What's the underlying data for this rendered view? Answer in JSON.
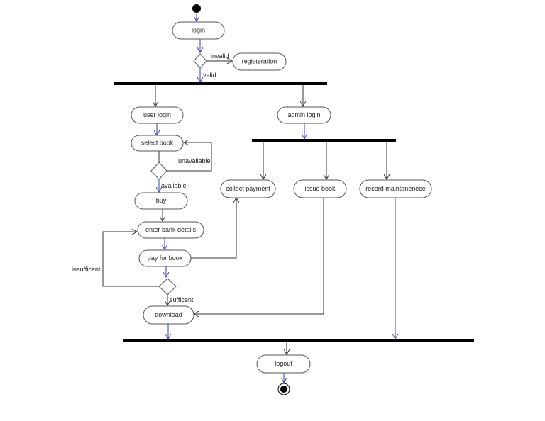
{
  "nodes": {
    "login": "login",
    "registration": "registeration",
    "user_login": "user login",
    "admin_login": "admin login",
    "select_book": "select book",
    "collect_payment": "collect payment",
    "issue_book": "issue book",
    "record_maintenance": "record maintanenece",
    "buy": "buy",
    "enter_bank_details": "enter bank details",
    "pay_for_book": "pay for book",
    "download": "download",
    "logout": "logout"
  },
  "guards": {
    "invalid": "invalid",
    "valid": "valid",
    "unavailable": "unavailable",
    "available": "available",
    "insufficent": "insufficent",
    "sufficent": "sufficent"
  },
  "colors": {
    "edge": "#333333",
    "edge_highlight": "#3b3bb8",
    "node_stroke": "#555555",
    "bar": "#000000"
  }
}
